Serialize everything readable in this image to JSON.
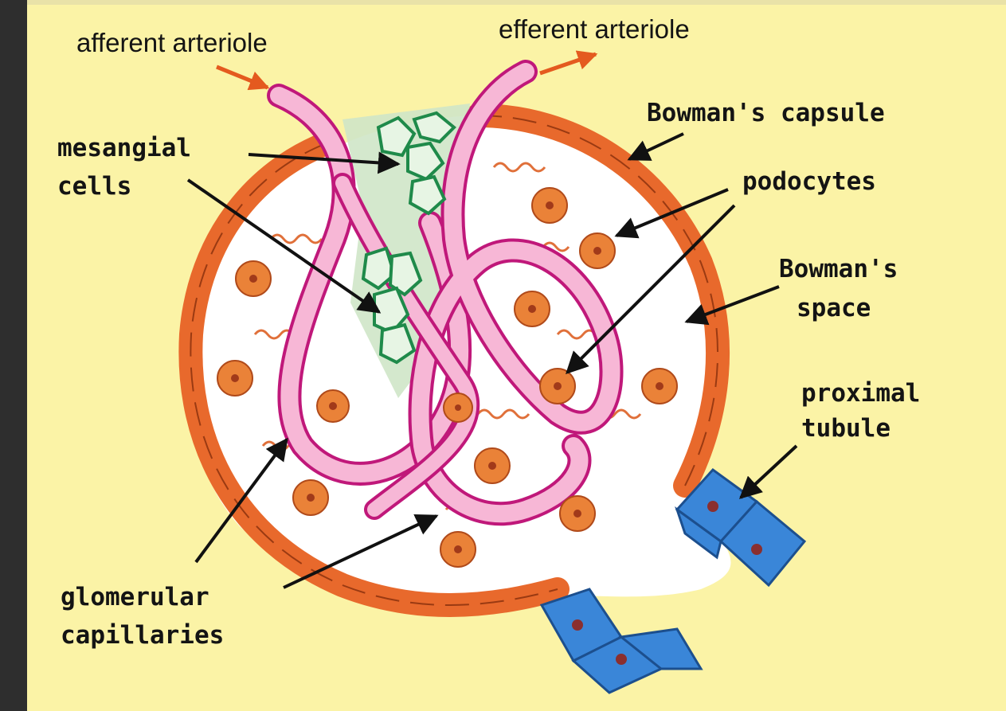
{
  "diagram": {
    "colors": {
      "background": "#fbf3a6",
      "capsule": "#e8692c",
      "capillary_fill": "#f7b7d6",
      "capillary_edge": "#c0187a",
      "podocyte": "#ea8238",
      "mesangial_fill": "#d4ecd4",
      "mesangial_edge": "#1f8a4a",
      "tubule": "#3a86d8",
      "arrow": "#111111",
      "flow_arrow": "#e45a1f"
    },
    "labels": {
      "afferent": "afferent arteriole",
      "efferent": "efferent arteriole",
      "capsule": "Bowman's capsule",
      "mesangial_1": "mesangial",
      "mesangial_2": "cells",
      "podocytes": "podocytes",
      "space_1": "Bowman's",
      "space_2": "space",
      "proximal_1": "proximal",
      "proximal_2": "tubule",
      "glomerular_1": "glomerular",
      "glomerular_2": "capillaries"
    }
  }
}
